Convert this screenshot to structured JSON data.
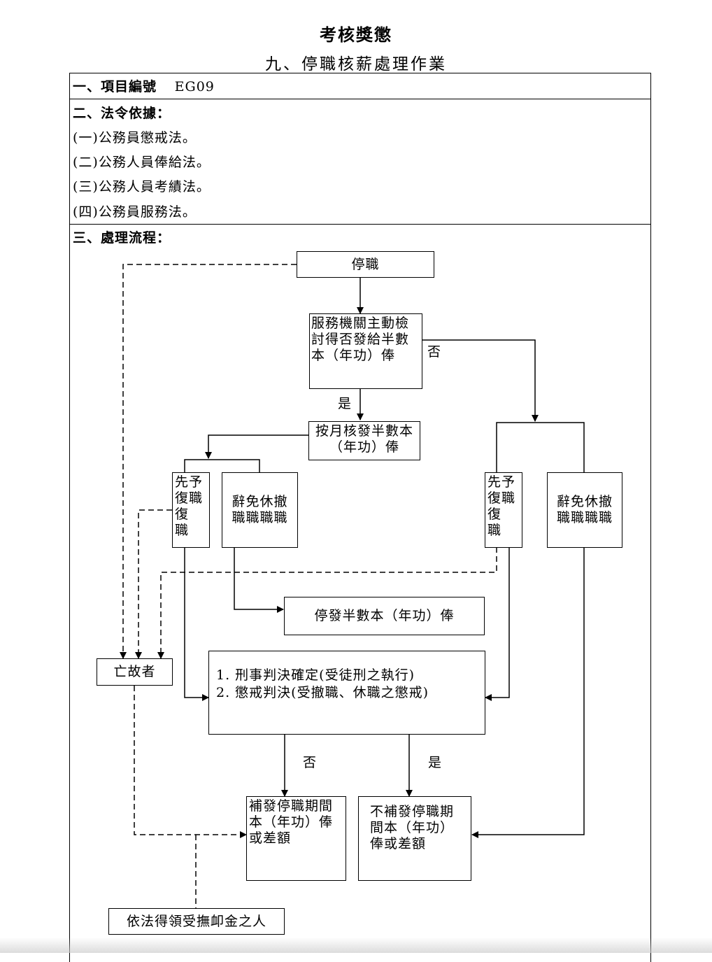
{
  "header": {
    "title": "考核獎懲",
    "subtitle": "九、停職核薪處理作業"
  },
  "section1": {
    "label": "一、項目編號",
    "code": "EG09"
  },
  "section2": {
    "label": "二、法令依據：",
    "items": [
      "(一)公務員懲戒法。",
      "(二)公務人員俸給法。",
      "(三)公務人員考績法。",
      "(四)公務員服務法。"
    ]
  },
  "section3": {
    "label": "三、處理流程："
  },
  "flow": {
    "suspend": "停職",
    "review": "服務機關主動檢討得否發給半數本（年功）俸",
    "review_no": "否",
    "review_yes": "是",
    "pay_half": "按月核發半數本（年功）俸",
    "reinstate_left": "先予復職",
    "reinstate_left_side": "復職",
    "dismiss_left_a": "辭免休撤",
    "dismiss_left_b": "職職職職",
    "reinstate_right": "先予復職",
    "reinstate_right_side": "復職",
    "dismiss_right_a": "辭免休撤",
    "dismiss_right_b": "職職職職",
    "stop_half": "停發半數本（年功）俸",
    "deceased": "亡故者",
    "judgment_1": "1. 刑事判決確定(受徒刑之執行)",
    "judgment_2": "2. 懲戒判決(受撤職、休職之懲戒)",
    "judgment_no": "否",
    "judgment_yes": "是",
    "backpay": "補發停職期間本（年功）俸或差額",
    "no_backpay": "不補發停職期間本（年功）俸或差額",
    "pension": "依法得領受撫卹金之人"
  }
}
